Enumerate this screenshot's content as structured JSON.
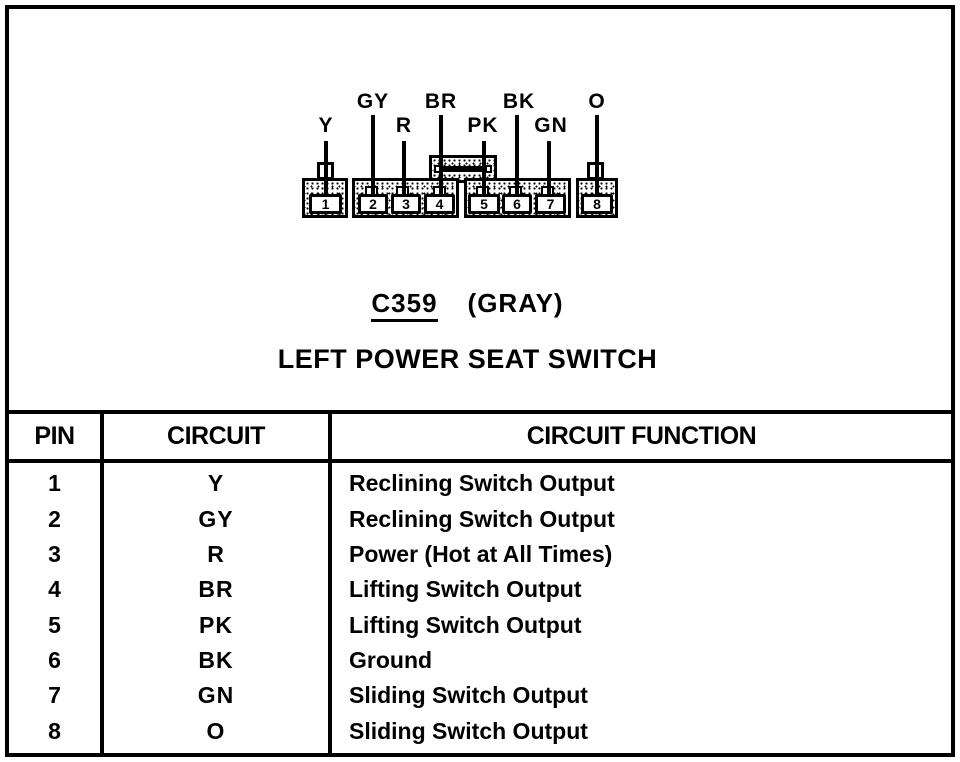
{
  "colors": {
    "ink": "#000000",
    "paper": "#ffffff"
  },
  "diagram": {
    "connector_id": "C359",
    "connector_color_note": "(GRAY)",
    "connector_name": "LEFT POWER SEAT SWITCH",
    "wire_labels": [
      "Y",
      "GY",
      "R",
      "BR",
      "PK",
      "BK",
      "GN",
      "O"
    ],
    "pin_numbers": [
      "1",
      "2",
      "3",
      "4",
      "5",
      "6",
      "7",
      "8"
    ]
  },
  "table": {
    "headers": [
      "PIN",
      "CIRCUIT",
      "CIRCUIT FUNCTION"
    ],
    "rows": [
      {
        "pin": "1",
        "circuit": "Y",
        "function": "Reclining Switch Output"
      },
      {
        "pin": "2",
        "circuit": "GY",
        "function": "Reclining Switch Output"
      },
      {
        "pin": "3",
        "circuit": "R",
        "function": "Power (Hot at All Times)"
      },
      {
        "pin": "4",
        "circuit": "BR",
        "function": "Lifting Switch Output"
      },
      {
        "pin": "5",
        "circuit": "PK",
        "function": "Lifting Switch Output"
      },
      {
        "pin": "6",
        "circuit": "BK",
        "function": "Ground"
      },
      {
        "pin": "7",
        "circuit": "GN",
        "function": "Sliding Switch Output"
      },
      {
        "pin": "8",
        "circuit": "O",
        "function": "Sliding Switch Output"
      }
    ]
  }
}
